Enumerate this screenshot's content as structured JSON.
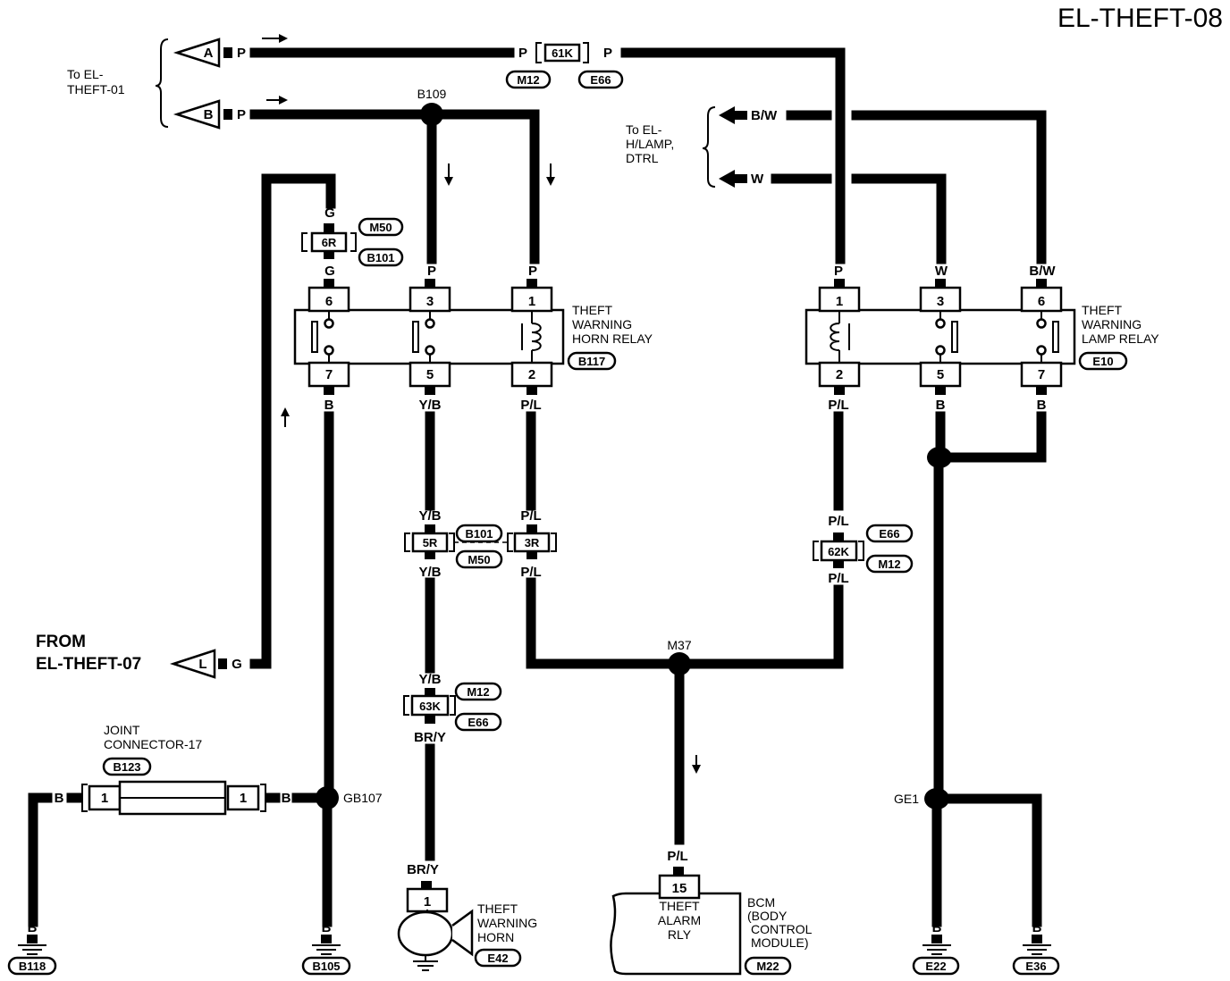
{
  "page": {
    "title": "EL-THEFT-08"
  },
  "offpage": {
    "to_el_theft01": "To EL-\nTHEFT-01",
    "to_el_theft01_line1": "To EL-",
    "to_el_theft01_line2": "THEFT-01",
    "conn_a": "A",
    "conn_b": "B",
    "conn_l": "L",
    "to_hlamp_line1": "To EL-",
    "to_hlamp_line2": "H/LAMP,",
    "to_hlamp_line3": "DTRL",
    "from_line1": "FROM",
    "from_line2": "EL-THEFT-07"
  },
  "wires": {
    "p": "P",
    "g": "G",
    "b": "B",
    "w": "W",
    "bw": "B/W",
    "yb": "Y/B",
    "pl": "P/L",
    "bry": "BR/Y"
  },
  "connectors": {
    "m12": "M12",
    "e66": "E66",
    "m50": "M50",
    "b101": "B101",
    "b117": "B117",
    "e10": "E10",
    "e42": "E42",
    "m22": "M22",
    "b123": "B123",
    "b118": "B118",
    "b105": "B105",
    "e22": "E22",
    "e36": "E36",
    "c61k": "61K",
    "c6r": "6R",
    "c5r": "5R",
    "c3r": "3R",
    "c62k": "62K",
    "c63k": "63K"
  },
  "junctions": {
    "b109": "B109",
    "m37": "M37",
    "gb107": "GB107",
    "ge1": "GE1"
  },
  "components": {
    "horn_relay_line1": "THEFT",
    "horn_relay_line2": "WARNING",
    "horn_relay_line3": "HORN RELAY",
    "lamp_relay_line1": "THEFT",
    "lamp_relay_line2": "WARNING",
    "lamp_relay_line3": "LAMP RELAY",
    "horn_line1": "THEFT",
    "horn_line2": "WARNING",
    "horn_line3": "HORN",
    "bcm_inner_line1": "THEFT",
    "bcm_inner_line2": "ALARM",
    "bcm_inner_line3": "RLY",
    "bcm_line1": "BCM",
    "bcm_line2": "(BODY",
    "bcm_line3": "CONTROL",
    "bcm_line4": "MODULE)",
    "joint_line1": "JOINT",
    "joint_line2": "CONNECTOR-17"
  },
  "pins": {
    "p1": "1",
    "p2": "2",
    "p3": "3",
    "p5": "5",
    "p6": "6",
    "p7": "7",
    "p15": "15"
  }
}
